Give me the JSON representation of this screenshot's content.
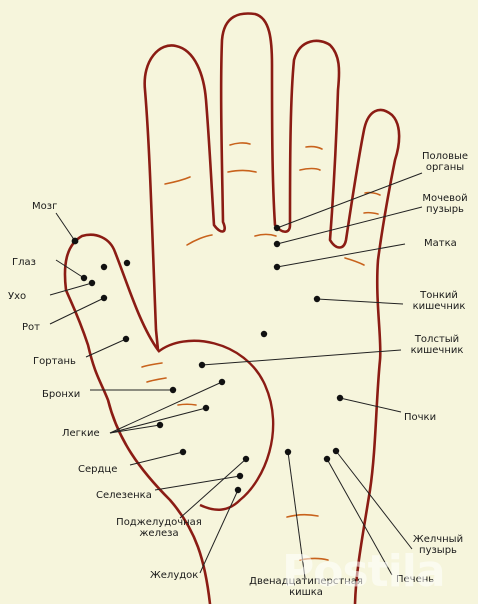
{
  "colors": {
    "background": "#f6f5dc",
    "outline": "#8b1c14",
    "crease": "#c8621c",
    "dot": "#111111",
    "line": "#222222"
  },
  "labels": {
    "mozg": "Мозг",
    "glaz": "Глаз",
    "ukho": "Ухо",
    "rot": "Рот",
    "gortan": "Гортань",
    "bronkhi": "Бронхи",
    "legkie": "Легкие",
    "serdtse": "Сердце",
    "selezenka": "Селезенка",
    "podzhel_1": "Поджелудочная",
    "podzhel_2": "железа",
    "zheludok": "Желудок",
    "dvenadtsat_1": "Двенадцатиперстная",
    "dvenadtsat_2": "кишка",
    "polovye_1": "Половые",
    "polovye_2": "органы",
    "mochevoy_1": "Мочевой",
    "mochevoy_2": "пузырь",
    "matka": "Матка",
    "tonkiy_1": "Тонкий",
    "tonkiy_2": "кишечник",
    "tolstyy_1": "Толстый",
    "tolstyy_2": "кишечник",
    "pochki": "Почки",
    "zhelchnyy_1": "Желчный",
    "zhelchnyy_2": "пузырь",
    "pechen": "Печень"
  },
  "watermark": "Postila"
}
